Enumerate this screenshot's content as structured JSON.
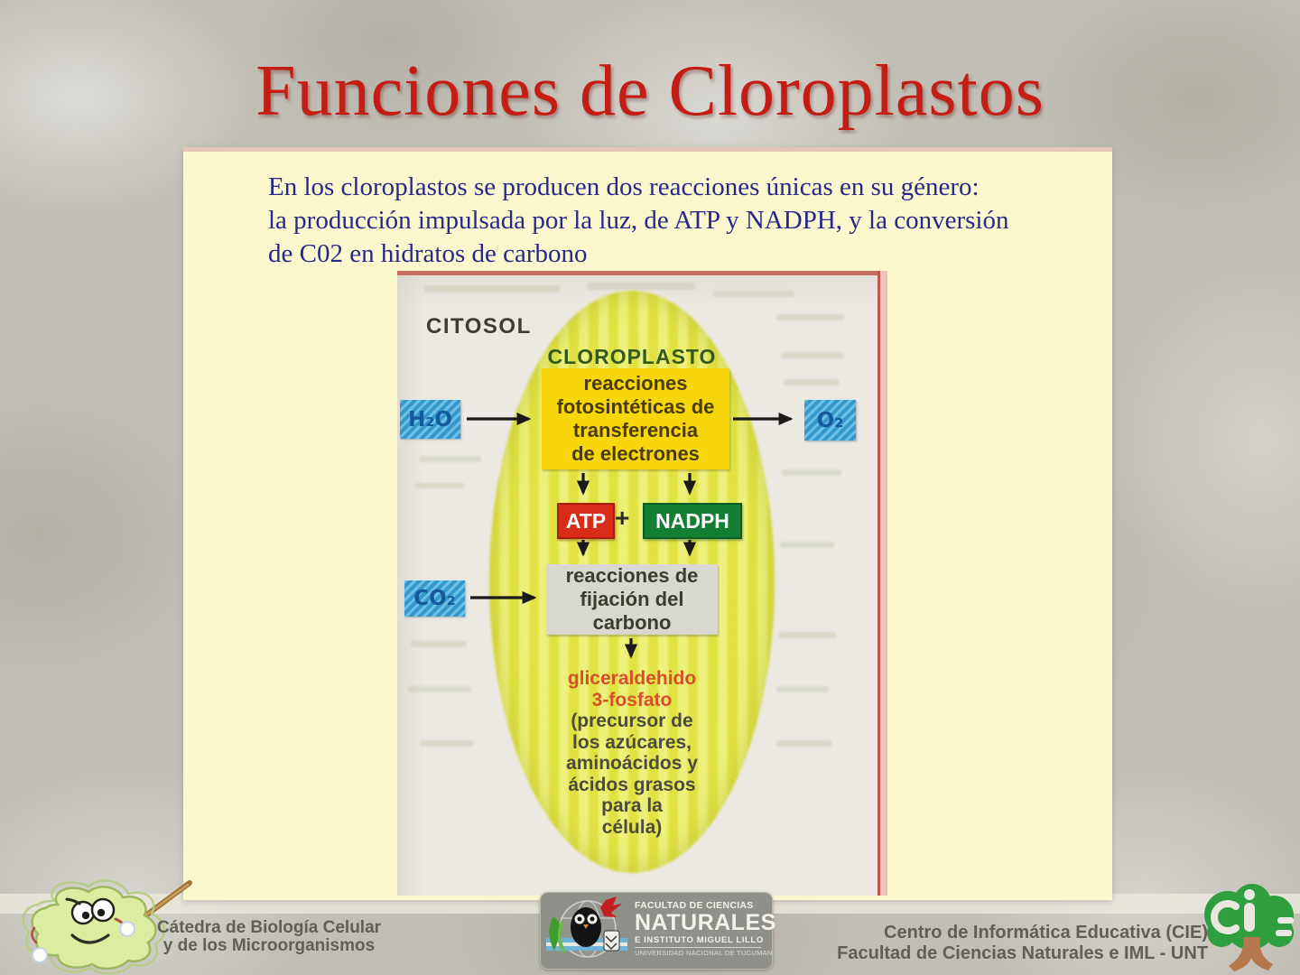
{
  "title": "Funciones de Cloroplastos",
  "intro": {
    "line1": "En los cloroplastos se producen dos reacciones únicas en su género:",
    "line2": "la producción impulsada por la luz, de ATP y NADPH, y la conversión",
    "line3": "de C02 en hidratos de carbono"
  },
  "diagram": {
    "citosol": "CITOSOL",
    "cloroplasto": "CLOROPLASTO",
    "h2o": "H₂O",
    "o2": "O₂",
    "co2": "CO₂",
    "atp": "ATP",
    "plus": "+",
    "nadph": "NADPH",
    "photo_reactions": [
      "reacciones",
      "fotosintéticas de",
      "transferencia",
      "de electrones"
    ],
    "fixation": [
      "reacciones de",
      "fijación del",
      "carbono"
    ],
    "product_name": [
      "gliceraldehido",
      "3-fosfato"
    ],
    "product_desc": [
      "(precursor de",
      "los azúcares,",
      "aminoácidos y",
      "ácidos grasos",
      "para la",
      "célula)"
    ]
  },
  "footer": {
    "catedra": {
      "line1": "Cátedra de Biología Celular",
      "line2": "y de los Microorganismos"
    },
    "facultad": {
      "l1": "FACULTAD DE CIENCIAS",
      "l2": "NATURALES",
      "l3": "E INSTITUTO MIGUEL LILLO",
      "l4": "UNIVERSIDAD NACIONAL DE TUCUMAN"
    },
    "cie": {
      "line1": "Centro de Informática Educativa (CIE)",
      "line2": "Facultad de Ciencias Naturales e IML - UNT"
    }
  },
  "colors": {
    "title_red": "#c41d14",
    "intro_blue": "#28288c",
    "slide_bg": "#fbf8cd",
    "atp_red": "#d82c18",
    "nadph_green": "#137f33",
    "molecule_blue": "#38a6da",
    "reactions_yellow": "#f7d60c",
    "fixation_gray": "#d8d8d0",
    "product_orange": "#d5502a",
    "chloroplast_stripe_a": "#dfe139",
    "chloroplast_stripe_b": "#ecf075"
  }
}
